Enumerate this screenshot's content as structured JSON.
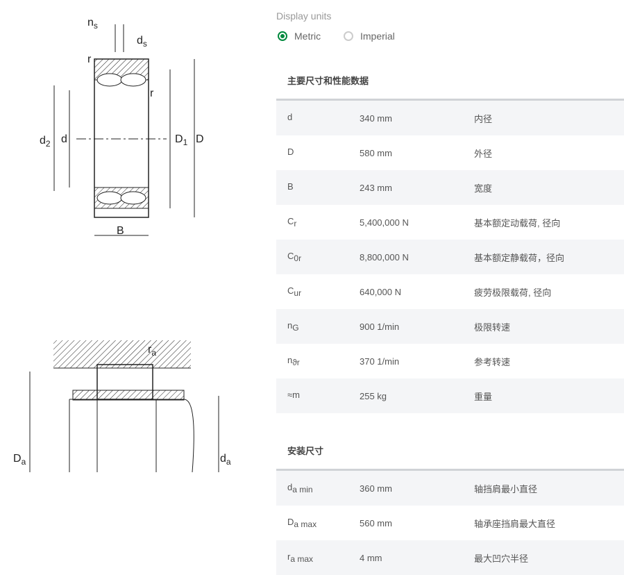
{
  "display_units": {
    "label": "Display units",
    "options": [
      {
        "label": "Metric",
        "selected": true
      },
      {
        "label": "Imperial",
        "selected": false
      }
    ]
  },
  "diagram_top": {
    "labels": {
      "ns": "n",
      "ns_sub": "s",
      "ds": "d",
      "ds_sub": "s",
      "r1": "r",
      "r2": "r",
      "d2": "d",
      "d2_sub": "2",
      "d": "d",
      "D1": "D",
      "D1_sub": "1",
      "D": "D",
      "B": "B"
    }
  },
  "diagram_bottom": {
    "labels": {
      "ra": "r",
      "ra_sub": "a",
      "Da": "D",
      "Da_sub": "a",
      "da": "d",
      "da_sub": "a"
    }
  },
  "main_data": {
    "title": "主要尺寸和性能数据",
    "rows": [
      {
        "sym": "d",
        "sub": "",
        "value": "340 mm",
        "desc": "内径"
      },
      {
        "sym": "D",
        "sub": "",
        "value": "580 mm",
        "desc": "外径"
      },
      {
        "sym": "B",
        "sub": "",
        "value": "243 mm",
        "desc": "宽度"
      },
      {
        "sym": "C",
        "sub": "r",
        "value": "5,400,000 N",
        "desc": "基本额定动载荷, 径向"
      },
      {
        "sym": "C",
        "sub": "0r",
        "value": "8,800,000 N",
        "desc": "基本额定静载荷，径向"
      },
      {
        "sym": "C",
        "sub": "ur",
        "value": "640,000 N",
        "desc": "疲劳极限载荷, 径向"
      },
      {
        "sym": "n",
        "sub": "G",
        "value": "900 1/min",
        "desc": "极限转速"
      },
      {
        "sym": "n",
        "sub": "ϑr",
        "value": "370 1/min",
        "desc": "参考转速"
      },
      {
        "sym": "≈m",
        "sub": "",
        "value": "255 kg",
        "desc": "重量"
      }
    ]
  },
  "mounting": {
    "title": "安装尺寸",
    "rows": [
      {
        "sym": "d",
        "sub": "a min",
        "value": "360 mm",
        "desc": "轴挡肩最小直径"
      },
      {
        "sym": "D",
        "sub": "a max",
        "value": "560 mm",
        "desc": "轴承座挡肩最大直径"
      },
      {
        "sym": "r",
        "sub": "a max",
        "value": "4 mm",
        "desc": "最大凹穴半径"
      }
    ]
  }
}
